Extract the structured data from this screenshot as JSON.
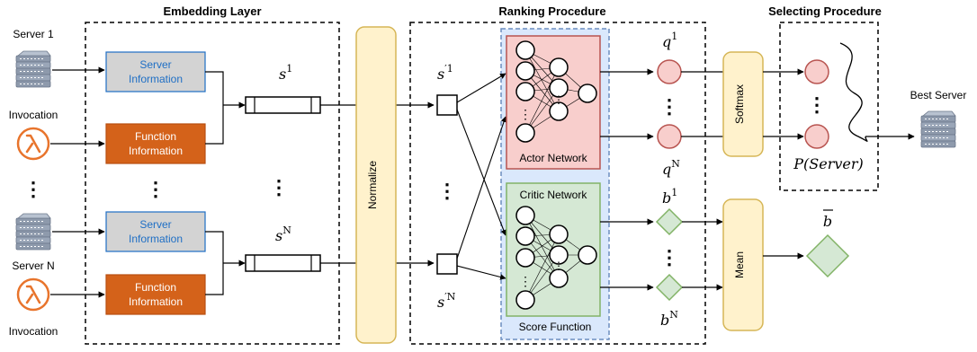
{
  "sections": {
    "embedding": "Embedding Layer",
    "ranking": "Ranking Procedure",
    "selecting": "Selecting Procedure"
  },
  "inputs": {
    "server_1": "Server 1",
    "invocation_top": "Invocation",
    "server_n": "Server N",
    "invocation_bottom": "Invocation"
  },
  "blocks": {
    "server_info_top": [
      "Server",
      "Information"
    ],
    "function_info_top": [
      "Function",
      "Information"
    ],
    "server_info_bottom": [
      "Server",
      "Information"
    ],
    "function_info_bottom": [
      "Function",
      "Information"
    ],
    "normalize": "Normalize",
    "softmax": "Softmax",
    "mean": "Mean",
    "actor_network": "Actor Network",
    "critic_network": "Critic Network",
    "score_function": "Score Function"
  },
  "math": {
    "s_top_base": "s",
    "s_top_sup": "1",
    "s_bottom_base": "s",
    "s_bottom_sup": "N",
    "sp_top_base": "s",
    "sp_top_sup": "′1",
    "sp_bottom_base": "s",
    "sp_bottom_sup": "′N",
    "q_top_base": "q",
    "q_top_sup": "1",
    "q_bottom_base": "q",
    "q_bottom_sup": "N",
    "b_top_base": "b",
    "b_top_sup": "1",
    "b_bottom_base": "b",
    "b_bottom_sup": "N",
    "b_bar": "b",
    "p_server": "P(Server)"
  },
  "output": {
    "best_server": "Best Server"
  },
  "ellipsis": "⋮",
  "colors": {
    "server_info_fill": "#D3D3D3",
    "server_info_text": "#1F6FC5",
    "function_info_fill": "#D4621A",
    "normalize_fill": "#FFF2CC",
    "normalize_stroke": "#D6B656",
    "actor_fill": "#F8CECC",
    "actor_stroke": "#B85450",
    "critic_fill": "#D5E8D4",
    "critic_stroke": "#82B366",
    "score_region_fill": "#DAE8FC",
    "score_region_stroke": "#6C8EBF",
    "lambda_orange": "#E8742C"
  }
}
